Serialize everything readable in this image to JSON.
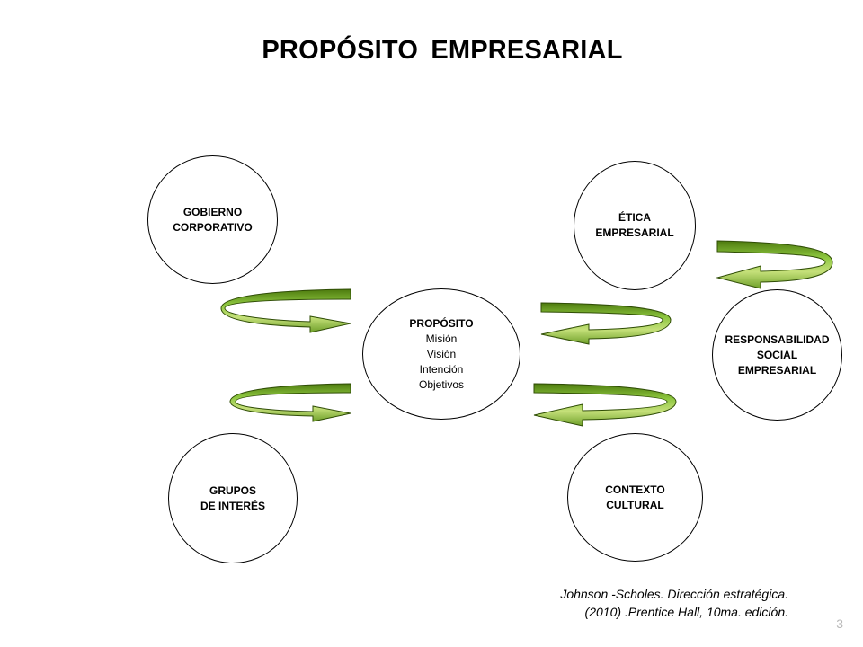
{
  "title": "PROPÓSITO  EMPRESARIAL",
  "nodes": {
    "gobierno": "GOBIERNO\nCORPORATIVO",
    "etica": "ÉTICA\nEMPRESARIAL",
    "responsabilidad": "RESPONSABILIDAD\nSOCIAL\nEMPRESARIAL",
    "grupos": "GRUPOS\nDE INTERÉS",
    "contexto": "CONTEXTO\nCULTURAL",
    "proposito": {
      "label": "PROPÓSITO",
      "items": [
        "Misión",
        "Visión",
        "Intención",
        "Objetivos"
      ]
    }
  },
  "citation": {
    "line1": "Johnson -Scholes. Dirección estratégica.",
    "line2": "(2010) .Prentice Hall, 10ma. edición."
  },
  "page_number": "3",
  "colors": {
    "arrow_fill": "#8dc63f",
    "arrow_dark": "#4d7a0e",
    "arrow_light": "#c5e07a"
  }
}
